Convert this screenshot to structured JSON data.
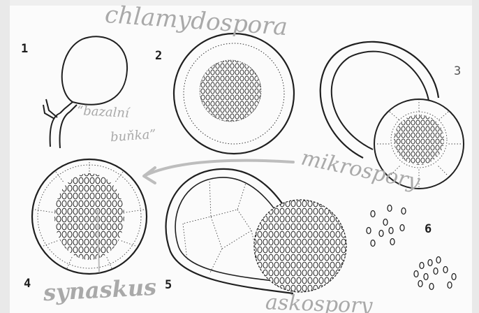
{
  "figure_numbers": [
    "1",
    "2",
    "3",
    "4",
    "5",
    "6"
  ],
  "annotations": {
    "chlamydospore": "chlamydospora",
    "stalk_cell": "“bazalní",
    "stalk_cell_2": "buňka”",
    "microspores": "mikrospory",
    "synascus": "synaskus",
    "ascospores": "askospory"
  },
  "colors": {
    "ink": "#1f1f1f",
    "pencil": "#a9a9a9",
    "paper": "#fbfbfb"
  }
}
